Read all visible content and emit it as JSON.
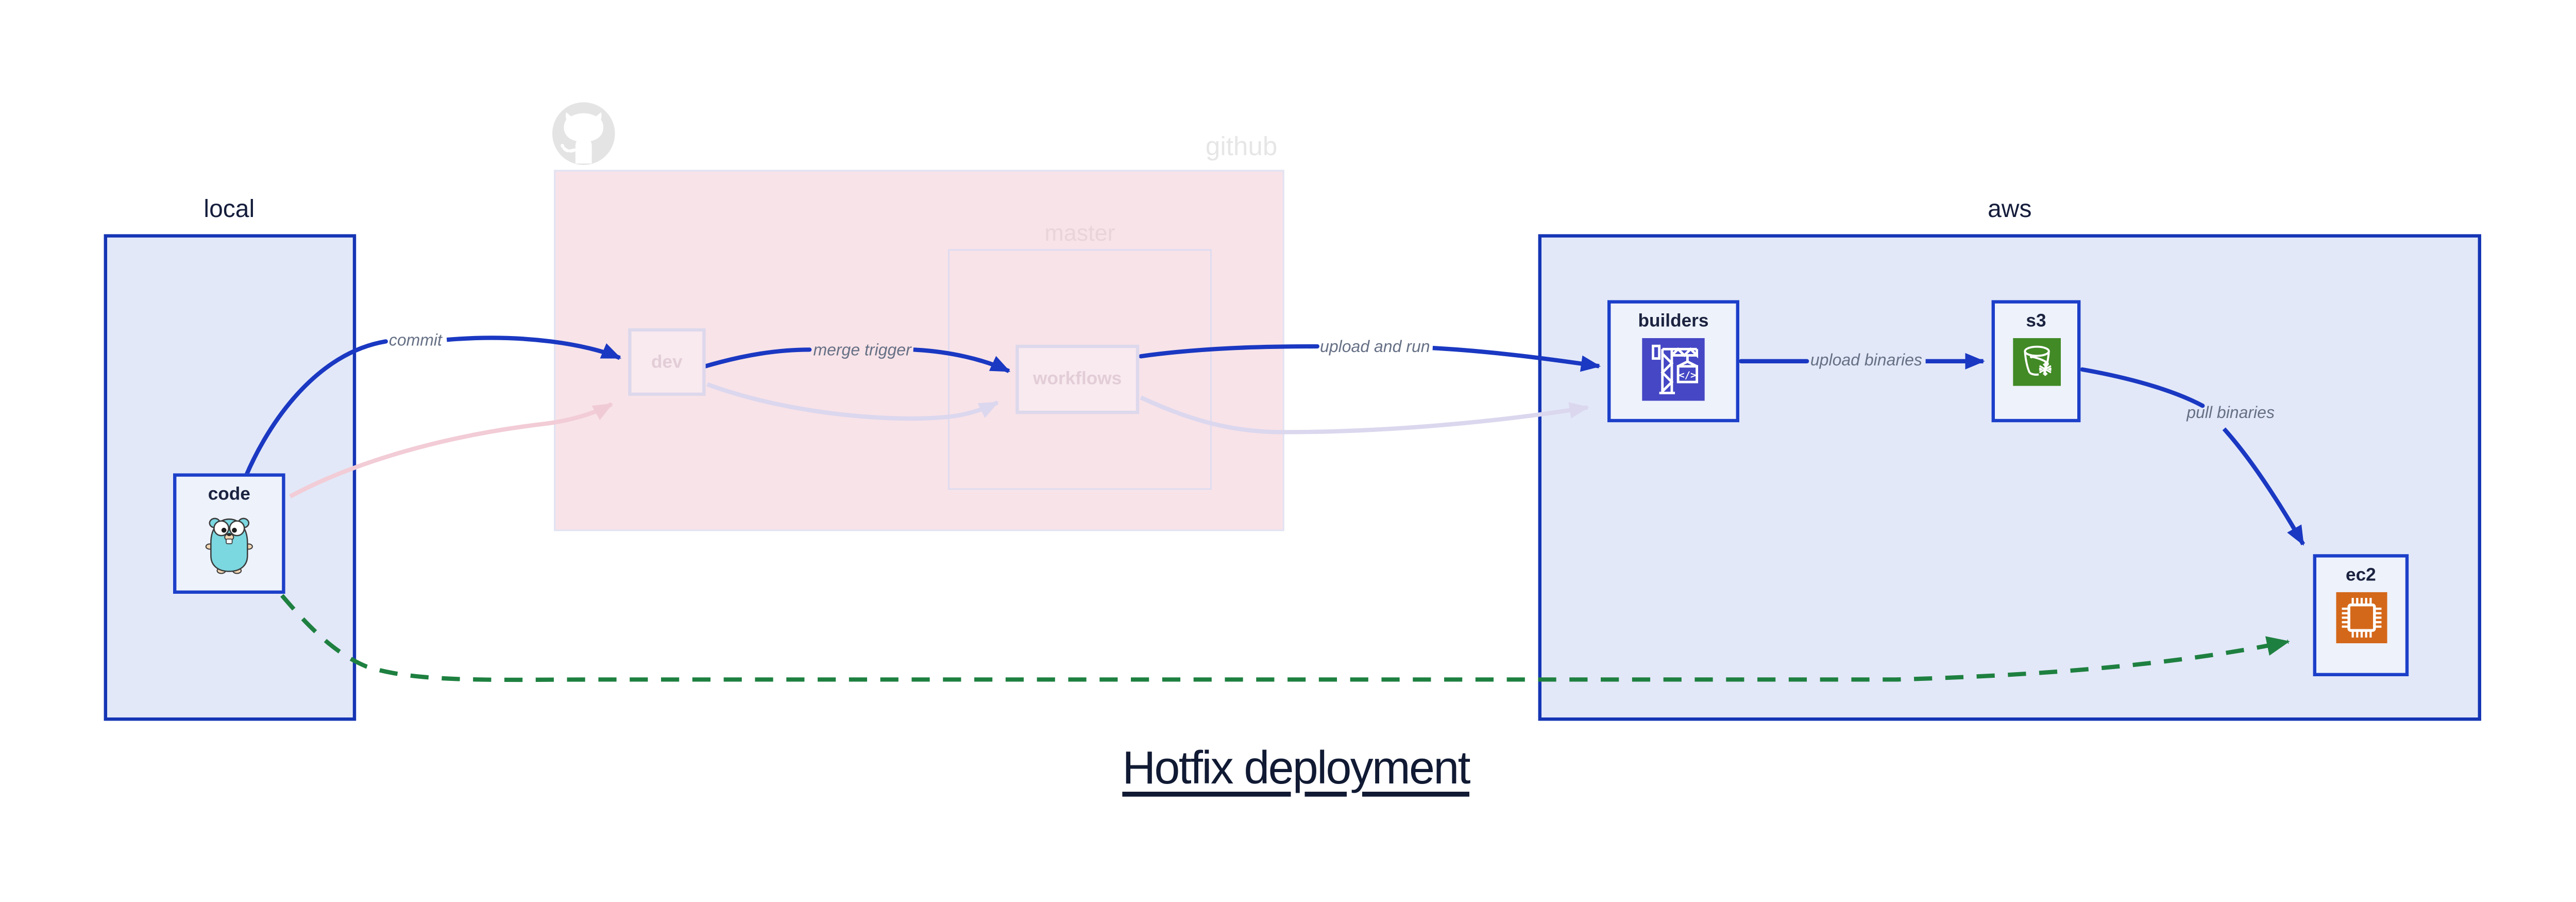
{
  "diagram": {
    "title": "Hotfix deployment",
    "groups": [
      {
        "id": "local",
        "label": "local"
      },
      {
        "id": "github",
        "label": "github",
        "children": [
          {
            "id": "master",
            "label": "master"
          }
        ]
      },
      {
        "id": "aws",
        "label": "aws"
      }
    ],
    "nodes": [
      {
        "id": "code",
        "label": "code",
        "group": "local",
        "icon": "go-gopher-icon"
      },
      {
        "id": "dev",
        "label": "dev",
        "group": "github",
        "faded": true
      },
      {
        "id": "workflows",
        "label": "workflows",
        "group": "github/master",
        "faded": true
      },
      {
        "id": "builders",
        "label": "builders",
        "group": "aws",
        "icon": "codebuild-crane-icon"
      },
      {
        "id": "s3",
        "label": "s3",
        "group": "aws",
        "icon": "s3-bucket-icon"
      },
      {
        "id": "ec2",
        "label": "ec2",
        "group": "aws",
        "icon": "ec2-chip-icon"
      }
    ],
    "edges": [
      {
        "from": "code",
        "to": "dev",
        "label": "commit",
        "style": "solid-blue"
      },
      {
        "from": "dev",
        "to": "workflows",
        "label": "merge trigger",
        "style": "solid-blue"
      },
      {
        "from": "workflows",
        "to": "builders",
        "label": "upload and run",
        "style": "solid-blue"
      },
      {
        "from": "builders",
        "to": "s3",
        "label": "upload binaries",
        "style": "solid-blue"
      },
      {
        "from": "s3",
        "to": "ec2",
        "label": "pull binaries",
        "style": "solid-blue"
      },
      {
        "from": "code",
        "to": "ec2",
        "label": "",
        "style": "dashed-green"
      },
      {
        "from": "code",
        "to": "dev",
        "label": "",
        "style": "faded-pink"
      },
      {
        "from": "dev",
        "to": "workflows",
        "label": "",
        "style": "faded-lavender"
      },
      {
        "from": "workflows",
        "to": "builders",
        "label": "",
        "style": "faded-lavender"
      }
    ],
    "colors": {
      "container_border": "#1535b4",
      "container_fill": "#e2e8f8",
      "node_border": "#1c3fc9",
      "node_fill": "#eef2fb",
      "arrow_blue": "#1a38c2",
      "hotfix_green": "#1e8040",
      "github_fill": "#f8e3e8",
      "faded_pink_arrow": "#f2ccd6",
      "faded_lavender_arrow": "#dbd7ee",
      "navy_text": "#151d3b",
      "edge_label_gray": "#667085",
      "builders_icon_bg": "#4547c5",
      "s3_icon_bg": "#418a26",
      "ec2_icon_bg": "#d4681a",
      "gopher_teal": "#7bd7e0"
    }
  }
}
